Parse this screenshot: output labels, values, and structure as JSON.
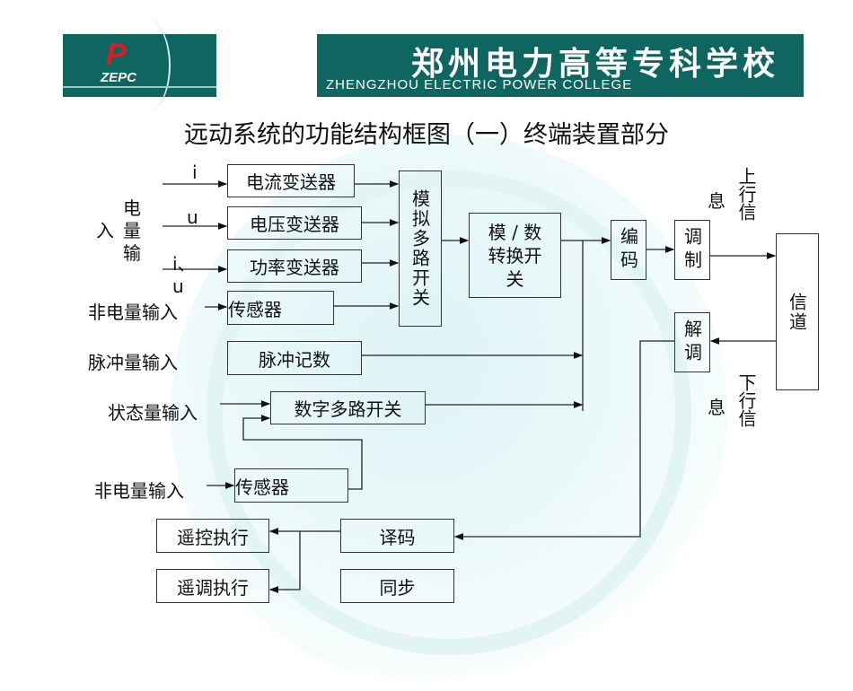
{
  "header": {
    "logo_text": "ZEPC",
    "school_cn": "郑州电力高等专科学校",
    "school_en": "ZHENGZHOU ELECTRIC POWER COLLEGE"
  },
  "title": "远动系统的功能结构框图（一）终端装置部分",
  "inputs": {
    "i": "i",
    "u": "u",
    "iu": "i、",
    "iu2": "u",
    "elec_in": [
      "电",
      "量",
      "输"
    ],
    "elec_in_ru": "入",
    "nonelec1": "非电量输入",
    "pulse": "脉冲量输入",
    "state": "状态量输入",
    "nonelec2": "非电量输入"
  },
  "boxes": {
    "current": "电流变送器",
    "voltage": "电压变送器",
    "power": "功率变送器",
    "sensor1": "传感器",
    "pulse_count": "脉冲记数",
    "digital_mux": "数字多路开关",
    "sensor2": "传感器",
    "analog_mux": "模拟多路开关",
    "ad_line1": "模 / 数",
    "ad_line2": "转换开",
    "ad_line3": "关",
    "encode": "编码",
    "modulate": "调制",
    "channel": "信道",
    "demodulate": "解调",
    "remote_control": "遥控执行",
    "decode": "译码",
    "remote_adjust": "遥调执行",
    "sync": "同步"
  },
  "labels": {
    "up_vert": "上行信",
    "up_xi": "息",
    "down_vert": "下行信",
    "down_xi": "息"
  }
}
